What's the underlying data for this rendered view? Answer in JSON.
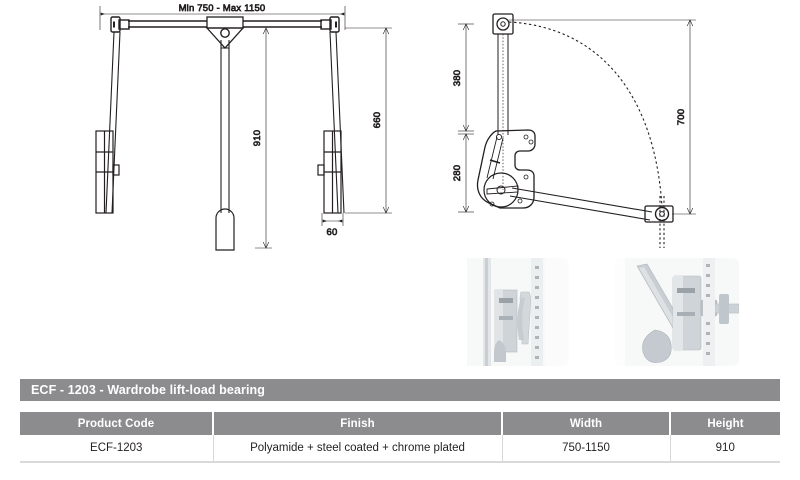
{
  "product": {
    "title_band": "ECF - 1203 - Wardrobe lift-load bearing"
  },
  "table": {
    "headers": {
      "product_code": "Product Code",
      "finish": "Finish",
      "width": "Width",
      "height": "Height"
    },
    "rows": [
      {
        "product_code": "ECF-1203",
        "finish": "Polyamide + steel coated + chrome plated",
        "width": "750-1150",
        "height": "910"
      }
    ]
  },
  "drawings": {
    "front_view": {
      "dim_top": "Min 750 - Max 1150",
      "dim_center_vertical": "910",
      "dim_right_vertical": "660",
      "dim_bottom_horizontal": "60"
    },
    "side_view": {
      "dim_upper_left": "380",
      "dim_lower_left": "280",
      "dim_right": "700"
    }
  },
  "photos": [
    {
      "caption": "wardrobe-lift-mechanism-mounted-photo"
    },
    {
      "caption": "wardrobe-lift-mechanism-closeup-photo"
    }
  ],
  "colors": {
    "band_grey": "#8c8c8e",
    "line_black": "#231f20",
    "rule_grey": "#d9d9d9"
  }
}
